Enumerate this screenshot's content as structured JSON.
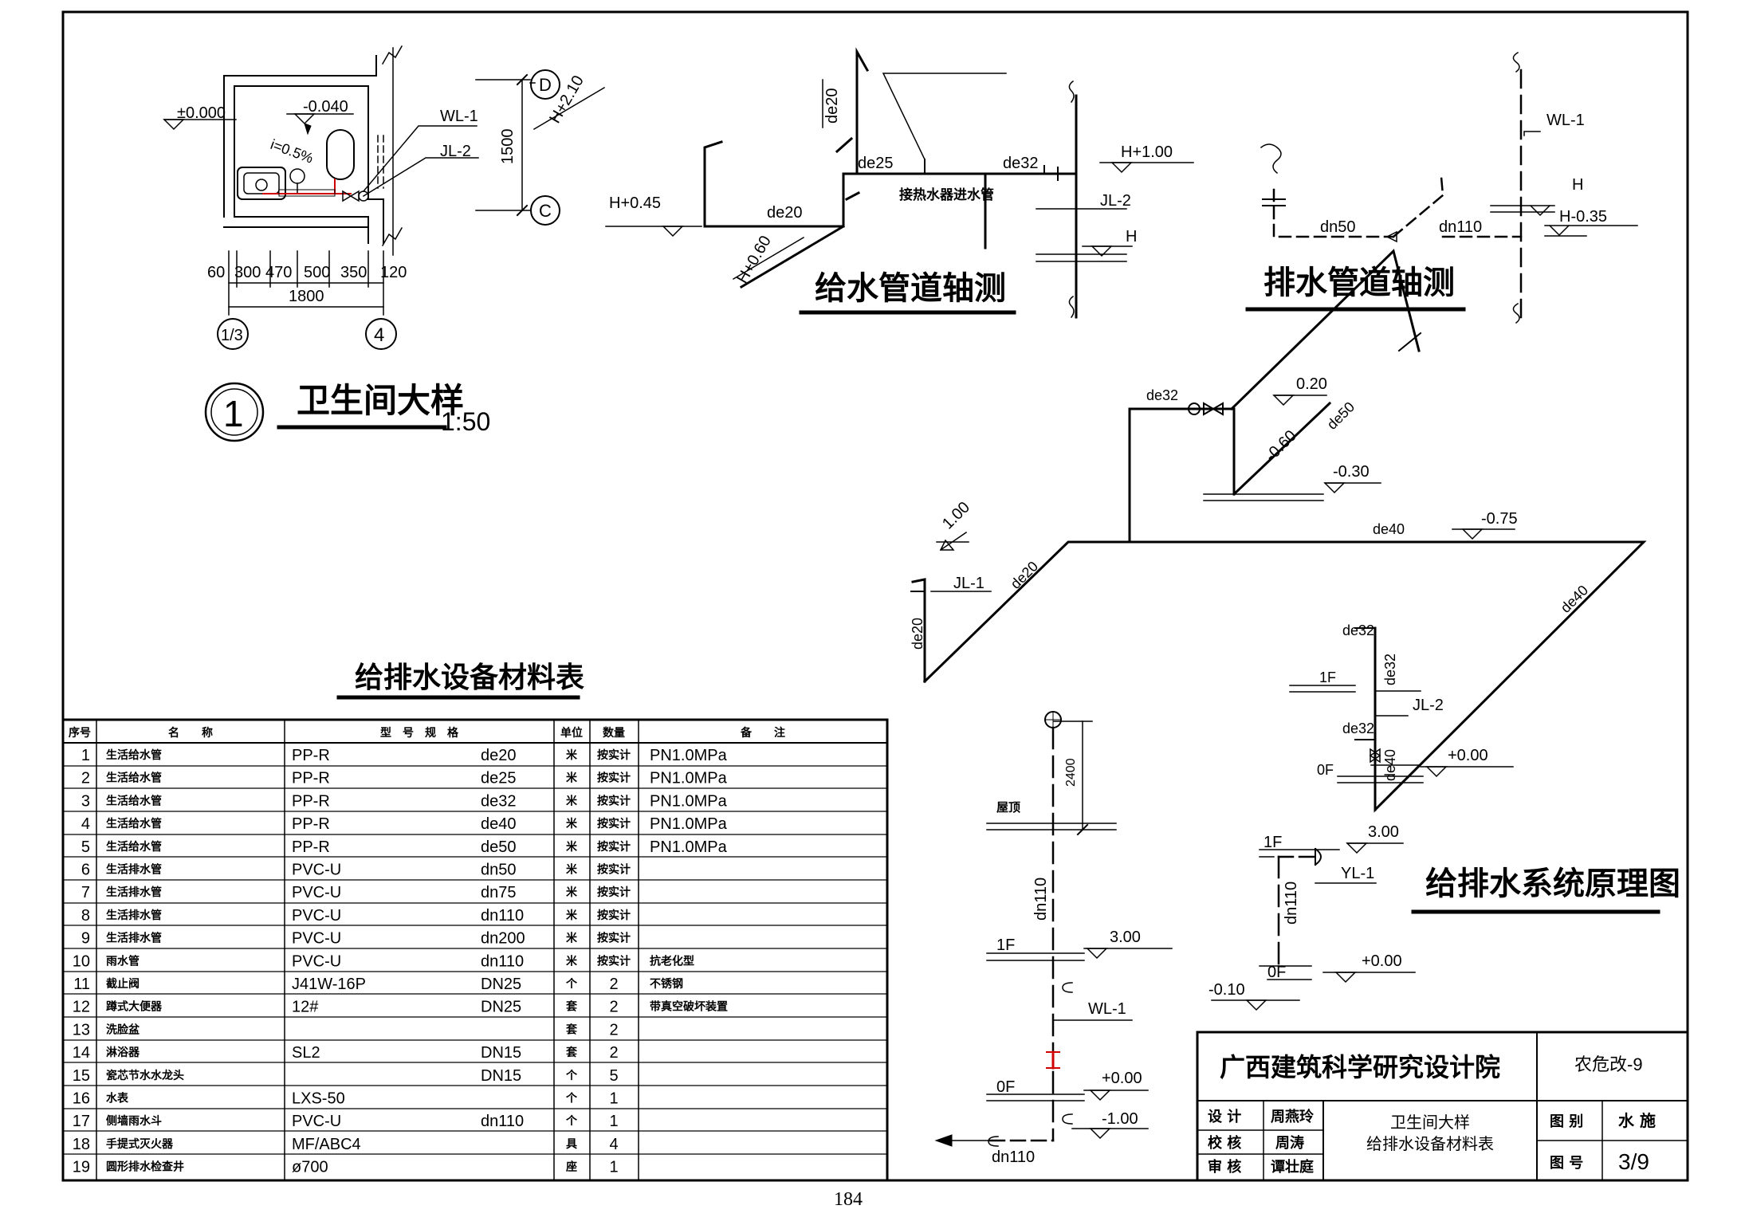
{
  "detail": {
    "circle_no": "1",
    "title": "卫生间大样",
    "scale": "1:50",
    "level_zero": "±0.000",
    "level_floor": "-0.040",
    "slope": "i=0.5%",
    "wl": "WL-1",
    "jl": "JL-2",
    "dim_v": "1500",
    "dims": [
      "60",
      "300",
      "470",
      "500",
      "350",
      "120"
    ],
    "dim_total": "1800",
    "axis_top": "D",
    "axis_bottom": "C",
    "axis_left": "1/3",
    "axis_right": "4"
  },
  "supply_iso": {
    "title": "给水管道轴测",
    "labels": {
      "h210": "H+2.10",
      "de20_v": "de20",
      "de25": "de25",
      "de32": "de32",
      "h100": "H+1.00",
      "jl2": "JL-2",
      "h": "H",
      "h045": "H+0.45",
      "de20": "de20",
      "h060": "H+0.60",
      "heater": "接热水器进水管"
    }
  },
  "drain_iso": {
    "title": "排水管道轴测",
    "labels": {
      "wl1": "WL-1",
      "h": "H",
      "h035": "H-0.35",
      "dn50": "dn50",
      "dn110": "dn110"
    }
  },
  "system": {
    "title": "给排水系统原理图",
    "supply_labels": {
      "de32": "de32",
      "l020": "0.20",
      "de50": "de50",
      "l060": "-0.60",
      "l030": "-0.30",
      "de40": "de40",
      "l075": "-0.75",
      "l100": "1.00",
      "de20_d": "de20",
      "jl1": "JL-1",
      "de20_v": "de20",
      "de40_d": "de40"
    },
    "jl2_labels": {
      "de32_top": "de32",
      "f1": "1F",
      "de32_v": "de32",
      "jl2": "JL-2",
      "de32_mid": "de32",
      "f0": "0F",
      "de40": "de40",
      "l000": "+0.00"
    },
    "drain_labels": {
      "l2400": "2400",
      "roof": "屋顶",
      "dn110_v": "dn110",
      "f1": "1F",
      "l300": "3.00",
      "wl1": "WL-1",
      "f0": "0F",
      "l000": "+0.00",
      "l100": "-1.00",
      "dn110": "dn110"
    },
    "rain_labels": {
      "f1": "1F",
      "l300": "3.00",
      "yl1": "YL-1",
      "dn110": "dn110",
      "f0": "0F",
      "l000": "+0.00",
      "l010": "-0.10"
    }
  },
  "table": {
    "title": "给排水设备材料表",
    "headers": [
      "序号",
      "名　　称",
      "型　号　规　格",
      "单位",
      "数量",
      "备　　注"
    ],
    "rows": [
      {
        "no": "1",
        "name": "生活给水管",
        "model": "PP-R",
        "spec": "de20",
        "unit": "米",
        "qty": "按实计",
        "note": "PN1.0MPa"
      },
      {
        "no": "2",
        "name": "生活给水管",
        "model": "PP-R",
        "spec": "de25",
        "unit": "米",
        "qty": "按实计",
        "note": "PN1.0MPa"
      },
      {
        "no": "3",
        "name": "生活给水管",
        "model": "PP-R",
        "spec": "de32",
        "unit": "米",
        "qty": "按实计",
        "note": "PN1.0MPa"
      },
      {
        "no": "4",
        "name": "生活给水管",
        "model": "PP-R",
        "spec": "de40",
        "unit": "米",
        "qty": "按实计",
        "note": "PN1.0MPa"
      },
      {
        "no": "5",
        "name": "生活给水管",
        "model": "PP-R",
        "spec": "de50",
        "unit": "米",
        "qty": "按实计",
        "note": "PN1.0MPa"
      },
      {
        "no": "6",
        "name": "生活排水管",
        "model": "PVC-U",
        "spec": "dn50",
        "unit": "米",
        "qty": "按实计",
        "note": ""
      },
      {
        "no": "7",
        "name": "生活排水管",
        "model": "PVC-U",
        "spec": "dn75",
        "unit": "米",
        "qty": "按实计",
        "note": ""
      },
      {
        "no": "8",
        "name": "生活排水管",
        "model": "PVC-U",
        "spec": "dn110",
        "unit": "米",
        "qty": "按实计",
        "note": ""
      },
      {
        "no": "9",
        "name": "生活排水管",
        "model": "PVC-U",
        "spec": "dn200",
        "unit": "米",
        "qty": "按实计",
        "note": ""
      },
      {
        "no": "10",
        "name": "雨水管",
        "model": "PVC-U",
        "spec": "dn110",
        "unit": "米",
        "qty": "按实计",
        "note": "抗老化型"
      },
      {
        "no": "11",
        "name": "截止阀",
        "model": "J41W-16P",
        "spec": "DN25",
        "unit": "个",
        "qty": "2",
        "note": "不锈钢"
      },
      {
        "no": "12",
        "name": "蹲式大便器",
        "model": "12#",
        "spec": "DN25",
        "unit": "套",
        "qty": "2",
        "note": "带真空破坏装置"
      },
      {
        "no": "13",
        "name": "洗脸盆",
        "model": "",
        "spec": "",
        "unit": "套",
        "qty": "2",
        "note": ""
      },
      {
        "no": "14",
        "name": "淋浴器",
        "model": "SL2",
        "spec": "DN15",
        "unit": "套",
        "qty": "2",
        "note": ""
      },
      {
        "no": "15",
        "name": "瓷芯节水水龙头",
        "model": "",
        "spec": "DN15",
        "unit": "个",
        "qty": "5",
        "note": ""
      },
      {
        "no": "16",
        "name": "水表",
        "model": "LXS-50",
        "spec": "",
        "unit": "个",
        "qty": "1",
        "note": ""
      },
      {
        "no": "17",
        "name": "侧墙雨水斗",
        "model": "PVC-U",
        "spec": "dn110",
        "unit": "个",
        "qty": "1",
        "note": ""
      },
      {
        "no": "18",
        "name": "手提式灭火器",
        "model": "MF/ABC4",
        "spec": "",
        "unit": "具",
        "qty": "4",
        "note": ""
      },
      {
        "no": "19",
        "name": "圆形排水检查井",
        "model": "ø700",
        "spec": "",
        "unit": "座",
        "qty": "1",
        "note": ""
      }
    ]
  },
  "title_block": {
    "institute": "广西建筑科学研究设计院",
    "project": "农危改-9",
    "design_label": "设 计",
    "design_name": "周燕玲",
    "check_label": "校 核",
    "check_name": "周涛",
    "review_label": "审 核",
    "review_name": "谭壮庭",
    "drawing_title_1": "卫生间大样",
    "drawing_title_2": "给排水设备材料表",
    "category_label": "图 别",
    "category": "水 施",
    "number_label": "图 号",
    "number": "3/9"
  },
  "page_number": "184"
}
